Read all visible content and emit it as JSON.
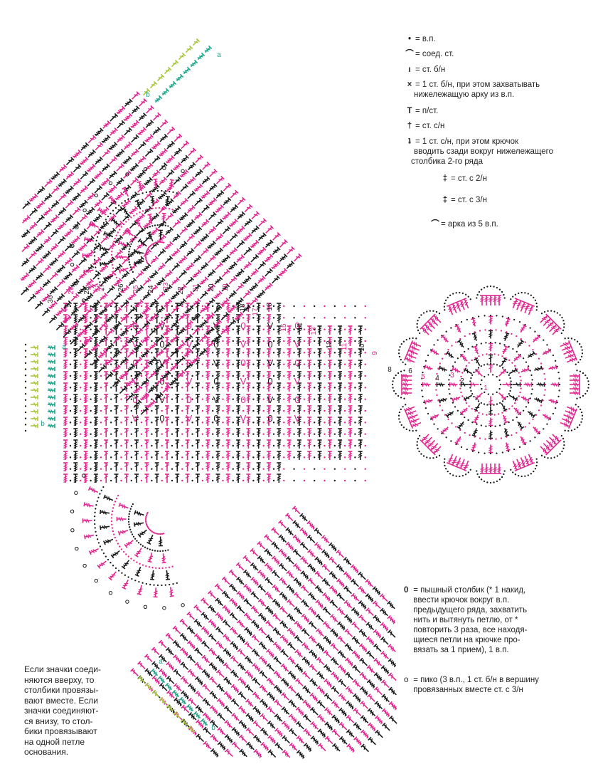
{
  "legend": [
    {
      "symbol": "•",
      "text": "= в.п."
    },
    {
      "symbol": "⌒",
      "text": "= соед. ст."
    },
    {
      "symbol": "ı",
      "text": "= ст. б/н"
    },
    {
      "symbol": "×",
      "text": "= 1 ст. б/н, при этом захватывать"
    },
    {
      "symbol": "",
      "text": "нижележащую арку из в.п."
    },
    {
      "symbol": "T",
      "text": "= п/ст."
    },
    {
      "symbol": "†",
      "text": "= ст. с/н"
    },
    {
      "symbol": "ʇ",
      "text": "= 1 ст. с/н, при этом крючок"
    },
    {
      "symbol": "",
      "text": "вводить сзади вокруг нижележащего"
    },
    {
      "symbol": "",
      "text": "столбика 2-го ряда"
    },
    {
      "symbol": "‡",
      "text": "= ст. с 2/н"
    },
    {
      "symbol": "‡",
      "text": "= ст. с 3/н"
    },
    {
      "symbol": "⌒",
      "text": "= арка из 5 в.п."
    }
  ],
  "legend_bottom": {
    "puff": [
      "= пышный столбик (* 1 накид,",
      "ввести крючок вокруг в.п.",
      "предыдущего ряда, захватить",
      "нить и вытянуть петлю, от *",
      "повторить 3 раза, все находя-",
      "щиеся петли на крючке про-",
      "вязать за 1 прием), 1 в.п."
    ],
    "picot": [
      "= пико (3 в.п., 1 ст. б/н в вершину",
      "провязанных вместе ст. с 3/н"
    ]
  },
  "note": [
    "Если значки соеди-",
    "няются вверху, то",
    "столбики провязы-",
    "вают вместе. Если",
    "значки соединяют-",
    "ся внизу, то стол-",
    "бики провязывают",
    "на одной петле",
    "основания."
  ],
  "row_numbers": [
    "1",
    "2",
    "3",
    "4",
    "5",
    "6",
    "7",
    "8",
    "9",
    "10",
    "11",
    "12",
    "13",
    "14",
    "15",
    "16",
    "17",
    "18",
    "19",
    "20",
    "21",
    "22",
    "23",
    "24",
    "25",
    "26",
    "27",
    "28",
    "29",
    "30"
  ],
  "marker_letters": [
    "a",
    "b",
    "a",
    "b",
    "a",
    "b"
  ],
  "colors": {
    "pink": "#e0258f",
    "black": "#1a1a1a",
    "green": "#1fa58a",
    "lime": "#a8c83a"
  }
}
